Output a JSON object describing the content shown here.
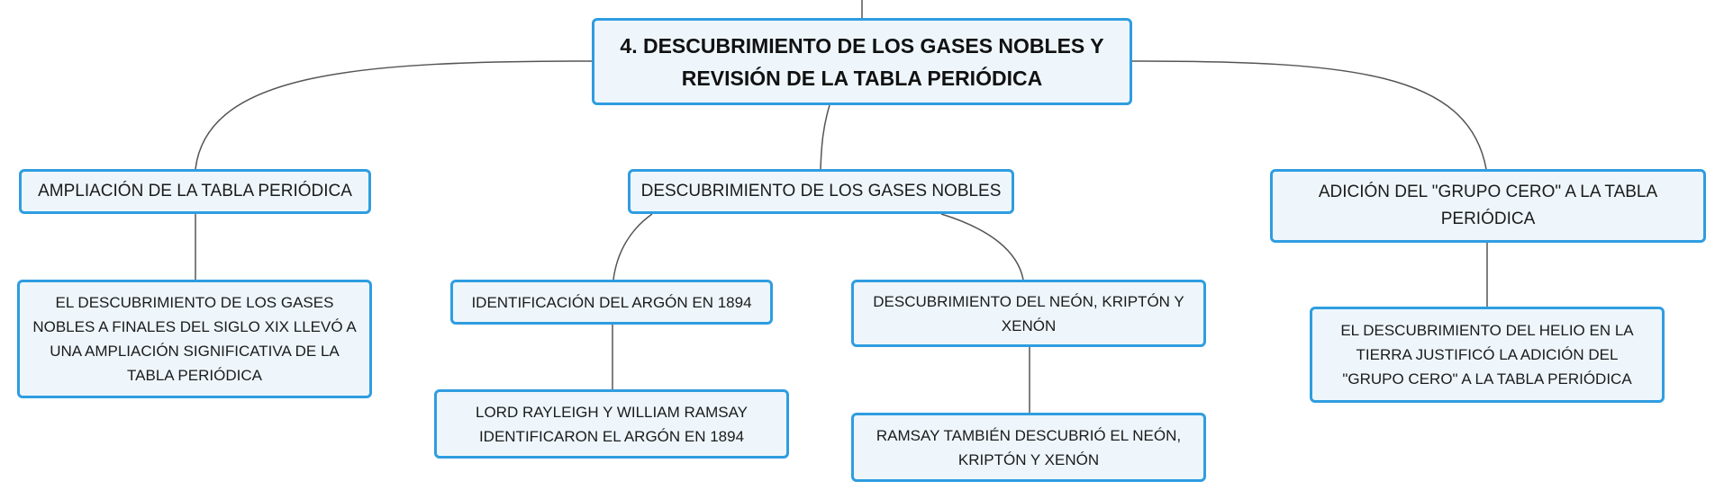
{
  "colors": {
    "node_fill": "#eef6fc",
    "node_border": "#2f9de0",
    "connector": "#555555",
    "text": "#1b1b1b"
  },
  "mindmap": {
    "root": {
      "label": "4. DESCUBRIMIENTO DE LOS GASES NOBLES Y REVISIÓN DE LA TABLA PERIÓDICA"
    },
    "branches": [
      {
        "label": "AMPLIACIÓN DE LA TABLA PERIÓDICA",
        "children": [
          {
            "label": "EL DESCUBRIMIENTO DE LOS GASES NOBLES A FINALES DEL SIGLO XIX LLEVÓ A UNA AMPLIACIÓN SIGNIFICATIVA DE LA TABLA PERIÓDICA"
          }
        ]
      },
      {
        "label": "DESCUBRIMIENTO DE LOS GASES NOBLES",
        "children": [
          {
            "label": "IDENTIFICACIÓN DEL ARGÓN EN 1894",
            "children": [
              {
                "label": "LORD RAYLEIGH Y WILLIAM RAMSAY IDENTIFICARON EL ARGÓN EN 1894"
              }
            ]
          },
          {
            "label": "DESCUBRIMIENTO DEL NEÓN, KRIPTÓN Y XENÓN",
            "children": [
              {
                "label": "RAMSAY TAMBIÉN DESCUBRIÓ EL NEÓN, KRIPTÓN Y XENÓN"
              }
            ]
          }
        ]
      },
      {
        "label": "ADICIÓN DEL \"GRUPO CERO\" A LA TABLA PERIÓDICA",
        "children": [
          {
            "label": "EL DESCUBRIMIENTO DEL HELIO EN LA TIERRA JUSTIFICÓ LA ADICIÓN DEL \"GRUPO CERO\" A LA TABLA PERIÓDICA"
          }
        ]
      }
    ]
  }
}
